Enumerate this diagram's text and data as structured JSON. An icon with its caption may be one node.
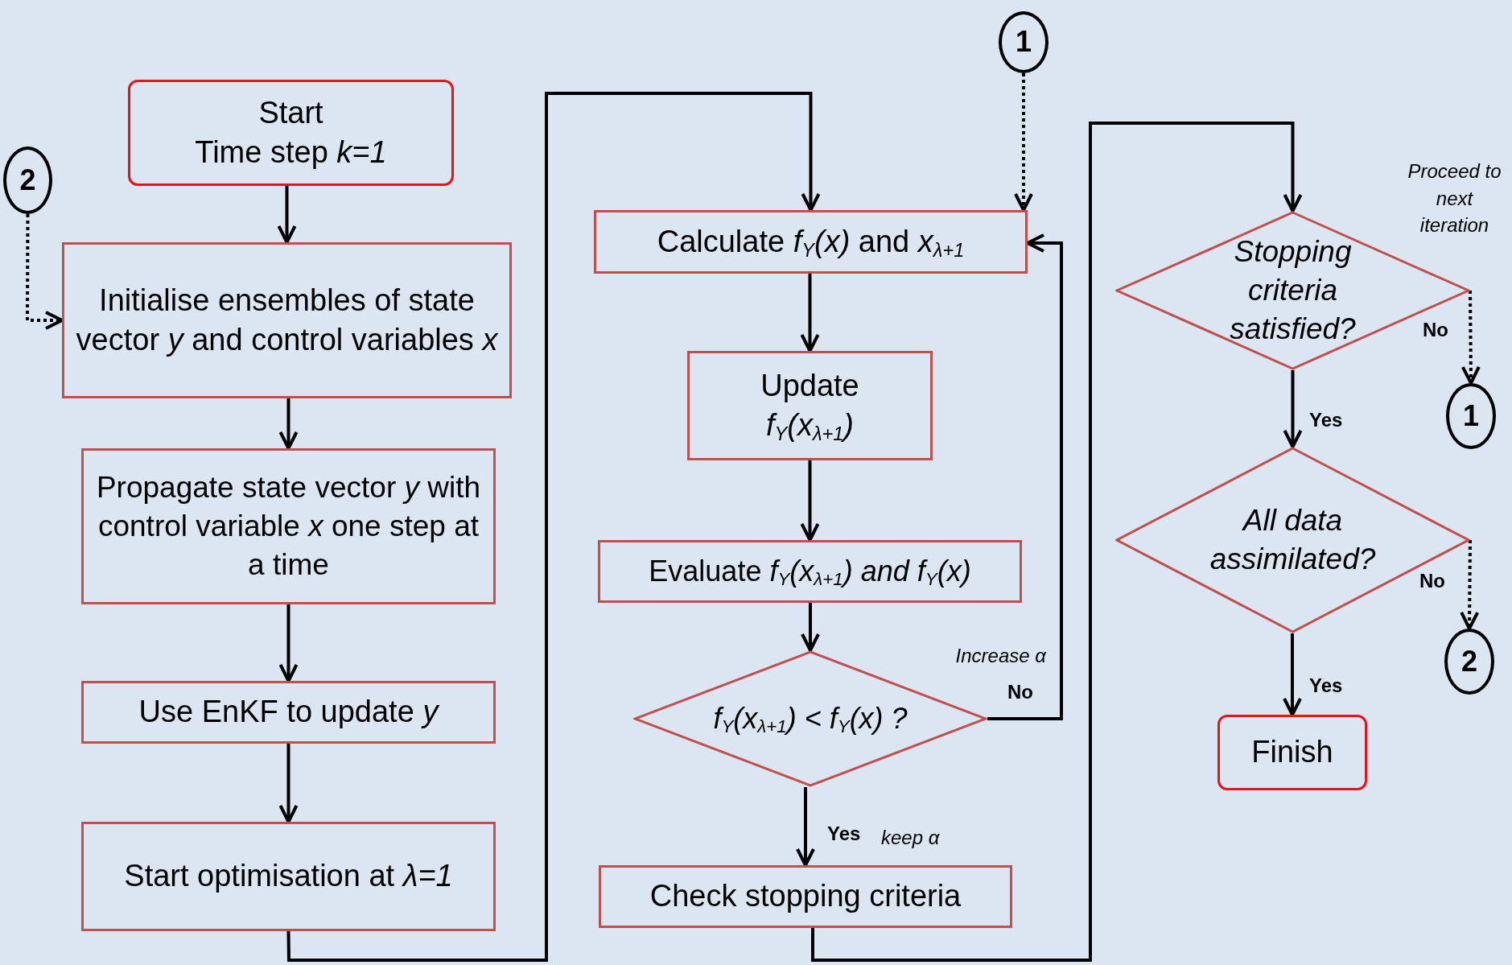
{
  "diagram": {
    "nodes": [
      {
        "text": [
          "Start",
          "Time step *k=1*"
        ]
      },
      {
        "text": [
          "Initialise ensembles of state vector *y* and control variables *x*"
        ]
      },
      {
        "text": [
          "Propagate state vector *y* with control variable *x* one step at a time"
        ]
      },
      {
        "text": [
          "Use EnKF to update *y*"
        ]
      },
      {
        "text": [
          "Start optimisation at *λ=1*"
        ]
      },
      {
        "text": [
          "Calculate *f*$_{Y}$*(x)* and *x*$_{λ+1}$"
        ]
      },
      {
        "text": [
          "Update",
          "*f*$_{Y}$*(x*$_{λ+1}$*)*"
        ]
      },
      {
        "text": [
          "Evaluate *f*$_{Y}$*(x*$_{λ+1}$*) and f*$_{Y}$*(x)*"
        ]
      },
      {
        "text": [
          "*f*$_{Y}$*(x*$_{λ+1}$*) < f*$_{Y}$*(x) ?*"
        ]
      },
      {
        "text": [
          "Check stopping criteria"
        ]
      },
      {
        "text": [
          "Stopping criteria satisfied?"
        ]
      },
      {
        "text": [
          "All data assimilated?"
        ]
      },
      {
        "text": [
          "Finish"
        ]
      },
      {
        "text": [
          "1"
        ]
      },
      {
        "text": [
          "2"
        ]
      },
      {
        "text": [
          "1"
        ]
      },
      {
        "text": [
          "2"
        ]
      }
    ],
    "edges": [
      {
        "from": 0,
        "to": 1,
        "arrow": "to"
      },
      {
        "from": 1,
        "to": 2,
        "arrow": "to"
      },
      {
        "from": 2,
        "to": 3,
        "arrow": "to"
      },
      {
        "from": 3,
        "to": 4,
        "arrow": "to"
      },
      {
        "from": 4,
        "to": 5,
        "arrow": "to"
      },
      {
        "from": 5,
        "to": 6,
        "arrow": "to"
      },
      {
        "from": 6,
        "to": 7,
        "arrow": "to"
      },
      {
        "from": 7,
        "to": 8,
        "arrow": "to"
      },
      {
        "from": 8,
        "to": 9,
        "arrow": "to",
        "label": "Yes"
      },
      {
        "from": 8,
        "to": 5,
        "arrow": "to",
        "label": "No"
      },
      {
        "from": 9,
        "to": 10,
        "arrow": "to"
      },
      {
        "from": 10,
        "to": 11,
        "arrow": "to",
        "label": "Yes"
      },
      {
        "from": 11,
        "to": 12,
        "arrow": "to",
        "label": "Yes"
      },
      {
        "from": 10,
        "to": 15,
        "arrow": "to",
        "label": "No",
        "style": "dashed"
      },
      {
        "from": 11,
        "to": 16,
        "arrow": "to",
        "label": "No",
        "style": "dashed"
      },
      {
        "from": 13,
        "to": 5,
        "arrow": "to",
        "style": "dashed"
      },
      {
        "from": 14,
        "to": 1,
        "arrow": "to",
        "style": "dashed"
      }
    ],
    "labels": [
      "Increase α",
      "keep α",
      "Proceed to next iteration"
    ]
  }
}
